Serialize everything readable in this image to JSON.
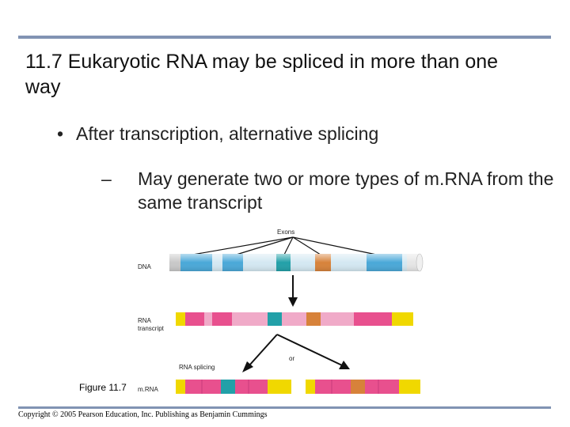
{
  "slide": {
    "title": "11.7 Eukaryotic RNA may be spliced in more than one way",
    "bullet_marker": "•",
    "bullet": "After transcription, alternative splicing",
    "sub_marker": "–",
    "sub_bullet": "May generate two or more types of m.RNA from the same transcript"
  },
  "figure": {
    "label": "Figure 11.7",
    "labels": {
      "exons": "Exons",
      "dna": "DNA",
      "rna_line1": "RNA",
      "rna_line2": "transcript",
      "or": "or",
      "rna_splicing": "RNA splicing",
      "mrna": "m.RNA"
    },
    "colors": {
      "dna_exon": "#4aa8d8",
      "dna_intron": "#d4e8f2",
      "exon_pink": "#e8508e",
      "intron_pink": "#f0aac8",
      "exon_teal": "#22a0a8",
      "exon_orange": "#d7823a",
      "cap_yellow": "#f0d800",
      "tail_yellow": "#f0d800"
    }
  },
  "footer": {
    "copyright": "Copyright © 2005 Pearson Education, Inc. Publishing as Benjamin Cummings"
  }
}
